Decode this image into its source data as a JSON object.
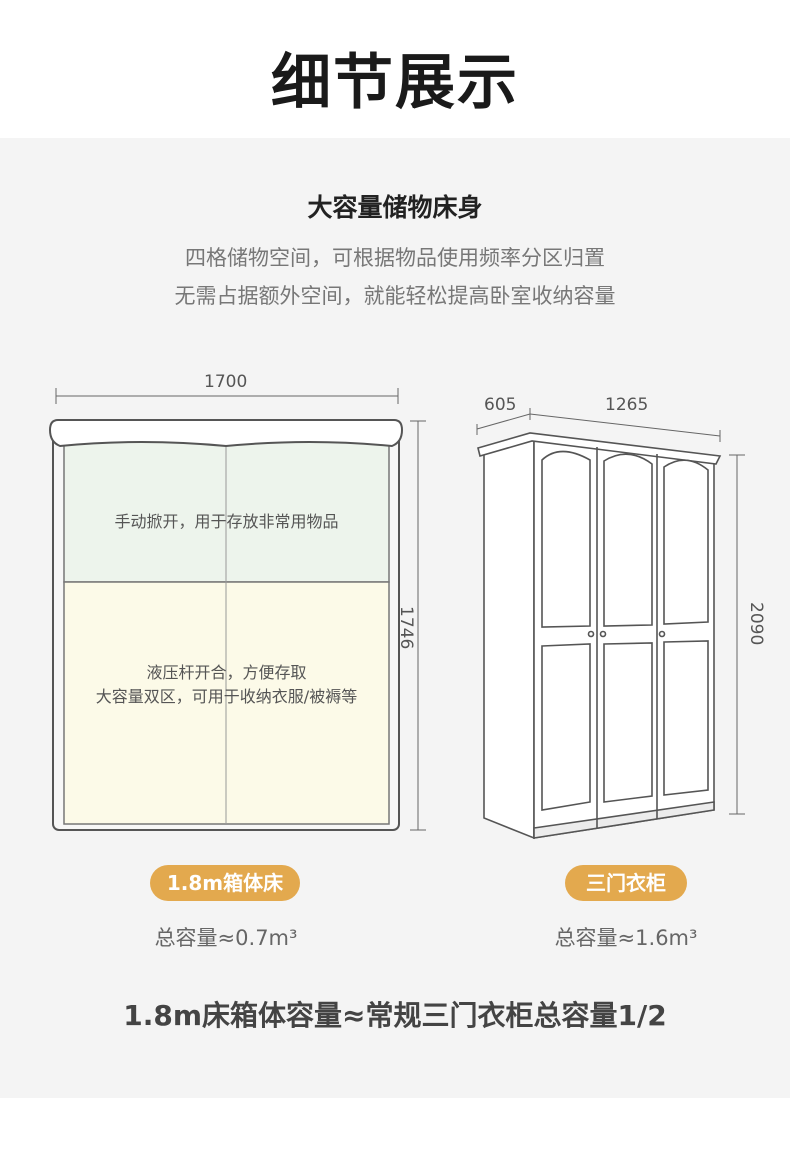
{
  "header": {
    "title": "细节展示"
  },
  "section": {
    "title": "大容量储物床身",
    "description_line1": "四格储物空间，可根据物品使用频率分区归置",
    "description_line2": "无需占据额外空间，就能轻松提高卧室收纳容量"
  },
  "bed": {
    "width_label": "1700",
    "height_label": "1746",
    "zone_top_text": "手动掀开，用于存放非常用物品",
    "zone_bottom_line1": "液压杆开合，方便存取",
    "zone_bottom_line2": "大容量双区，可用于收纳衣服/被褥等",
    "tag": "1.8m箱体床",
    "volume": "总容量≈0.7m³"
  },
  "wardrobe": {
    "depth_label": "605",
    "width_label": "1265",
    "height_label": "2090",
    "tag": "三门衣柜",
    "volume": "总容量≈1.6m³"
  },
  "summary": "1.8m床箱体容量≈常规三门衣柜总容量1/2",
  "colors": {
    "accent": "#e3a94e",
    "zone_top_fill": "#edf4ec",
    "zone_bottom_fill": "#fcfae8",
    "panel_bg": "#f4f4f4",
    "outline": "#555555"
  }
}
